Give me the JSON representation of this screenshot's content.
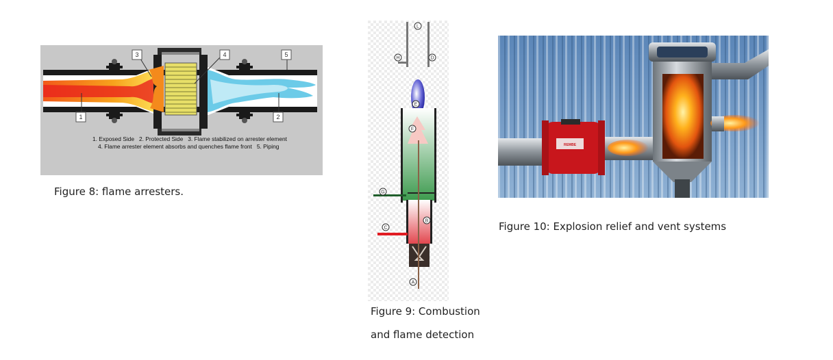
{
  "figure8": {
    "caption": "Figure 8: flame arresters.",
    "callouts": [
      "1",
      "2",
      "3",
      "4",
      "5"
    ],
    "legend_line1": "1. Exposed Side   2. Protected Side   3. Flame stabilized on arrester element",
    "legend_line2": "4. Flame arrester element absorbs and quenches flame front   5. Piping"
  },
  "figure9": {
    "caption_line1": "Figure 9: Combustion",
    "caption_line2": "and flame detection",
    "labels": {
      "L": "L",
      "H": "H",
      "D": "D",
      "E": "E",
      "F": "F",
      "G": "G",
      "B": "B",
      "C": "C",
      "A": "A"
    }
  },
  "figure10": {
    "caption": "Figure 10: Explosion relief and vent systems",
    "badge": "REMBE"
  }
}
